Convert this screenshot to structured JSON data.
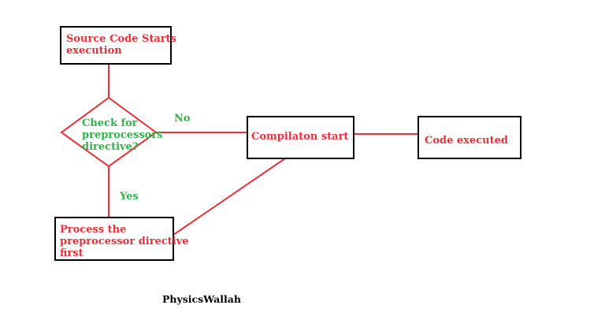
{
  "flowchart": {
    "nodes": {
      "source_code": {
        "label": "Source Code Starts\nexecution",
        "shape": "rectangle"
      },
      "check_preprocessor": {
        "label": "Check for\npreprocessors\ndirective?",
        "shape": "diamond"
      },
      "compilation_start": {
        "label": "Compilaton start",
        "shape": "rectangle"
      },
      "code_executed": {
        "label": "Code executed",
        "shape": "rectangle"
      },
      "process_directive": {
        "label": "Process the\npreprocessor directive\nfirst",
        "shape": "rectangle"
      }
    },
    "edges": {
      "no_label": "No",
      "yes_label": "Yes"
    }
  },
  "watermark": "PhysicsWallah",
  "colors": {
    "node_text": "#e8313a",
    "connector": "#e8313a",
    "diamond_text": "#31b24a",
    "edge_label": "#31b24a",
    "box_border": "#000000",
    "watermark": "#000000"
  }
}
